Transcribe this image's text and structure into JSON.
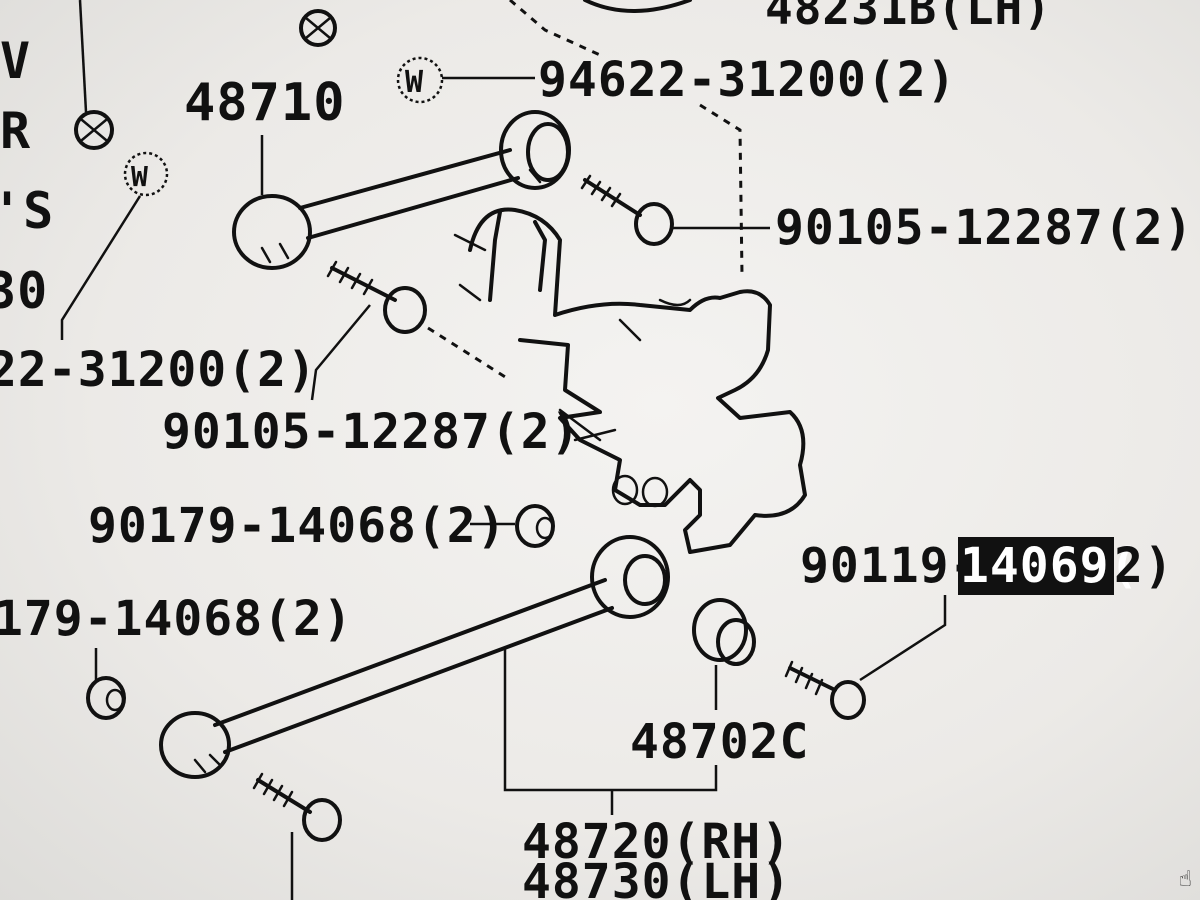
{
  "diagram": {
    "left_margin_fragments": [
      "V",
      "R",
      "'S",
      "30"
    ],
    "washer_symbol": "W",
    "labels": {
      "top_right": "48231B(LH)",
      "washer_top": "94622-31200(2)",
      "washer_left": "22-31200(2)",
      "arm_upper": "48710",
      "bolt_upper_right": "90105-12287(2)",
      "bolt_upper_left": "90105-12287(2)",
      "nut_mid": "90179-14068(2)",
      "nut_left": "179-14068(2)",
      "bolt_lower_prefix": "90119-",
      "bolt_lower_highlight": "14069(",
      "bolt_lower_suffix": "2)",
      "bushing": "48702C",
      "arm_lower_rh": "48720(RH)",
      "arm_lower_lh": "48730(LH)"
    }
  },
  "cursor_icon": "hand-cursor-icon",
  "cursor_glyph": "☝"
}
